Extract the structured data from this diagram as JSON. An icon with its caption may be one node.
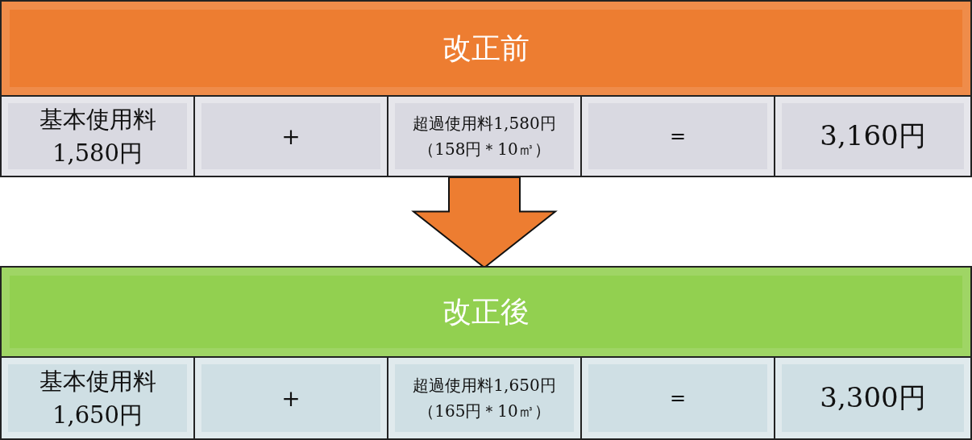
{
  "diagram": {
    "nodes": [
      {
        "text": [
          "改正前"
        ]
      },
      {
        "text": [
          "基本使用料1,580円"
        ]
      },
      {
        "text": [
          "+"
        ]
      },
      {
        "text": [
          "超過使用料1,580円",
          "（158円＊10㎥）"
        ]
      },
      {
        "text": [
          "="
        ]
      },
      {
        "text": [
          "3,160円"
        ]
      },
      {
        "text": [
          "改正後"
        ]
      },
      {
        "text": [
          "基本使用料1,650円"
        ]
      },
      {
        "text": [
          "+"
        ]
      },
      {
        "text": [
          "超過使用料1,650円",
          "（165円＊10㎥）"
        ]
      },
      {
        "text": [
          "="
        ]
      },
      {
        "text": [
          "3,300円"
        ]
      }
    ],
    "edges": [
      {
        "from": 3,
        "to": 6,
        "arrow": "to",
        "style": "thick"
      }
    ]
  }
}
